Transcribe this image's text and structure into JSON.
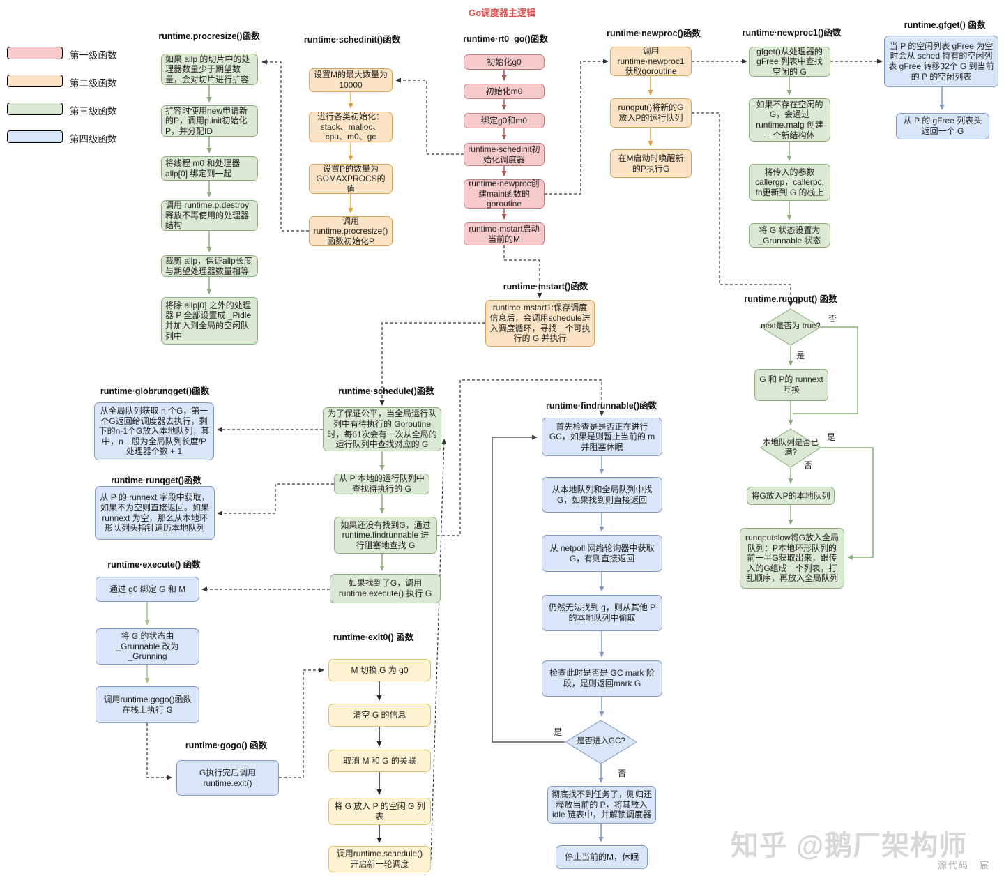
{
  "title": "Go调度器主逻辑",
  "legend": [
    {
      "label": "第一级函数",
      "color": "#f6caca",
      "border": "#c47a7a"
    },
    {
      "label": "第二级函数",
      "color": "#fbe4c5",
      "border": "#dca452"
    },
    {
      "label": "第三级函数",
      "color": "#dbe8d3",
      "border": "#8cad7c"
    },
    {
      "label": "第四级函数",
      "color": "#d9e5f8",
      "border": "#8099c8"
    }
  ],
  "groups": {
    "procresize": {
      "title": "runtime.procresize()函数",
      "steps": [
        "如果 allp 的切片中的处理器数量少于期望数量，会对切片进行扩容",
        "扩容时使用new申请新的P，调用p.init初始化P，并分配ID",
        "将线程 m0 和处理器 allp[0] 绑定到一起",
        "调用 runtime.p.destroy 释放不再使用的处理器结构",
        "裁剪 allp，保证allp长度与期望处理器数量相等",
        "将除 allp[0] 之外的处理器 P 全部设置成 _Pidle 并加入到全局的空闲队列中"
      ]
    },
    "schedinit": {
      "title": "runtime·schedinit()函数",
      "steps": [
        "设置M的最大数量为10000",
        "进行各类初始化：stack、malloc、cpu、m0、gc",
        "设置P的数量为GOMAXPROCS的值",
        "调用runtime.procresize()函数初始化P"
      ]
    },
    "rt0go": {
      "title": "runtime·rt0_go()函数",
      "steps": [
        "初始化g0",
        "初始化m0",
        "绑定g0和m0",
        "runtime·schedinit初始化调度器",
        "runtime·newproc创建main函数的goroutine",
        "runtime·mstart启动当前的M"
      ]
    },
    "newproc": {
      "title": "runtime·newproc()函数",
      "steps": [
        "调用runtime·newproc1获取goroutine",
        "runqput()将新的G放入P的运行队列",
        "在M启动时唤醒新的P执行G"
      ]
    },
    "newproc1": {
      "title": "runtime·newproc1()函数",
      "steps": [
        "gfget()从处理器的gFree 列表中查找空闲的 G",
        "如果不存在空闲的 G，会通过 runtime.malg 创建一个新结构体",
        "将传入的参数 callergp，callerpc, fn更新到 G 的栈上",
        "将 G 状态设置为 _Grunnable 状态"
      ]
    },
    "gfget": {
      "title": "runtime.gfget() 函数",
      "steps": [
        "当 P 的空闲列表 gFree 为空时会从 sched 持有的空闲列表 gFree 转移32个 G 到当前的 P 的空闲列表",
        "从 P 的 gFree 列表头返回一个 G"
      ]
    },
    "mstart": {
      "title": "runtime·mstart()函数",
      "steps": [
        "runtime·mstart1:保存调度信息后，会调用schedule进入调度循环，寻找一个可执行的 G 并执行"
      ]
    },
    "runqput": {
      "title": "runtime.runqput() 函数",
      "decision1": "next是否为 true?",
      "d1_yes": "是",
      "d1_no": "否",
      "swap": "G 和 P的 runnext 互换",
      "decision2": "本地队列是否已满?",
      "d2_yes": "是",
      "d2_no": "否",
      "enqueue": "将G放入P的本地队列",
      "slow": "runqputslow将G放入全局队列：P本地环形队列的前一半G获取出来，跟传入的G组成一个列表，打乱顺序，再放入全局队列"
    },
    "globrunqget": {
      "title": "runtime·globrunqget()函数",
      "steps": [
        "从全局队列获取 n 个G，第一个G返回给调度器去执行，剩下的n-1个G放入本地队列，其中，n一般为全局队列长度/P处理器个数 + 1"
      ]
    },
    "schedule": {
      "title": "runtime·schedule()函数",
      "steps": [
        "为了保证公平，当全局运行队列中有待执行的 Goroutine 时，每61次会有一次从全局的运行队列中查找对应的 G",
        "从 P 本地的运行队列中查找待执行的 G",
        "如果还没有找到G，通过 runtime.findrunnable 进行阻塞地查找 G",
        "如果找到了G，调用 runtime.execute() 执行 G"
      ]
    },
    "findrunnable": {
      "title": "runtime·findrunnable()函数",
      "steps": [
        "首先检查是是否正在进行GC，如果是则暂止当前的 m 并阻塞休眠",
        "从本地队列和全局队列中找G，如果找到则直接返回",
        "从 netpoll 网络轮询器中获取G，有则直接返回",
        "仍然无法找到 g，则从其他 P 的本地队列中偷取",
        "检查此时是否是 GC mark 阶段，是则返回mark G"
      ],
      "decision": "是否进入GC?",
      "gc_yes": "是",
      "gc_no": "否",
      "fail": "彻底找不到任务了，则归还释放当前的 P，将其放入 idle 链表中，并解锁调度器",
      "sleep": "停止当前的M，休眠"
    },
    "runqget": {
      "title": "runtime·runqget()函数",
      "steps": [
        "从 P 的 runnext 字段中获取，如果不为空则直接返回。如果 runnext 为空，那么从本地环形队列头指针遍历本地队列"
      ]
    },
    "execute": {
      "title": "runtime·execute() 函数",
      "steps": [
        "通过 g0 绑定 G 和 M",
        "将 G 的状态由 _Grunnable 改为 _Grunning",
        "调用runtime.gogo()函数在栈上执行 G"
      ]
    },
    "exit0": {
      "title": "runtime·exit0() 函数",
      "steps": [
        "M 切换 G 为 g0",
        "清空 G 的信息",
        "取消 M 和 G 的关联",
        "将 G 放入 P 的空闲 G 列表",
        "调用runtime.schedule()开启新一轮调度"
      ]
    },
    "gogo": {
      "title": "runtime·gogo() 函数",
      "steps": [
        "G执行完后调用runtime.exit()"
      ]
    }
  },
  "watermark": {
    "main": "知乎 @鹅厂架构师",
    "sub": "源代码　宸"
  }
}
